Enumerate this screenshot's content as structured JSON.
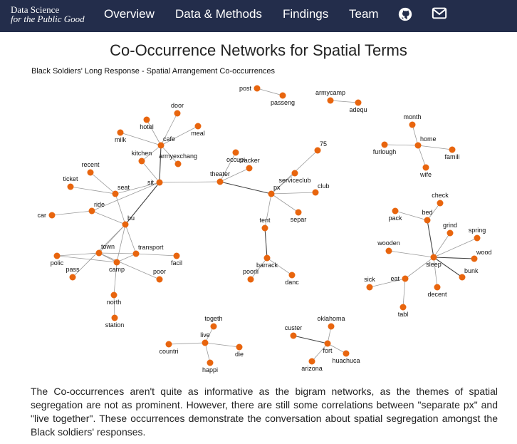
{
  "nav": {
    "brand_line1": "Data Science",
    "brand_line2": "for the Public Good",
    "items": [
      "Overview",
      "Data & Methods",
      "Findings",
      "Team"
    ],
    "icons": [
      "github-icon",
      "mail-icon"
    ]
  },
  "page": {
    "title": "Co-Occurrence Networks for Spatial Terms",
    "graph_title": "Black Soldiers' Long Response - Spatial Arrangement Co-occurrences",
    "paragraph": "The Co-occurrences aren't quite as informative as the bigram networks, as the themes of spatial segregation are not as prominent. However, there are still some correlations between \"separate px\" and \"live together\". These occurrences demonstrate the conversation about spatial segregation amongst the Black soldiers' responses."
  },
  "colors": {
    "nav_bg": "#232d4b",
    "node": "#e8650e",
    "edge": "#9a9a9a",
    "edge_strong": "#444444"
  },
  "network": {
    "nodes": [
      "post",
      "passeng",
      "armycamp",
      "adequ",
      "door",
      "hotel",
      "meal",
      "milk",
      "cafe",
      "kitchen",
      "armyexchang",
      "recent",
      "occupi",
      "cracker",
      "theater",
      "serviceclub",
      "75",
      "ticket",
      "seat",
      "sit",
      "px",
      "club",
      "ride",
      "car",
      "separ",
      "bu",
      "tent",
      "town",
      "transport",
      "polic",
      "facil",
      "camp",
      "pass",
      "poor",
      "barrack",
      "poorli",
      "danc",
      "north",
      "station",
      "month",
      "home",
      "furlough",
      "famili",
      "wife",
      "check",
      "pack",
      "bed",
      "grind",
      "spring",
      "wooden",
      "sleep",
      "wood",
      "eat",
      "bunk",
      "sick",
      "decent",
      "tabl",
      "togeth",
      "live",
      "countri",
      "die",
      "happi",
      "oklahoma",
      "custer",
      "fort",
      "huachuca",
      "arizona"
    ],
    "edges": [
      [
        "post",
        "passeng"
      ],
      [
        "armycamp",
        "adequ"
      ],
      [
        "door",
        "cafe"
      ],
      [
        "hotel",
        "cafe"
      ],
      [
        "meal",
        "cafe"
      ],
      [
        "milk",
        "cafe"
      ],
      [
        "kitchen",
        "cafe"
      ],
      [
        "armyexchang",
        "cafe"
      ],
      [
        "cafe",
        "sit"
      ],
      [
        "kitchen",
        "sit"
      ],
      [
        "recent",
        "seat"
      ],
      [
        "ticket",
        "seat"
      ],
      [
        "seat",
        "sit"
      ],
      [
        "seat",
        "bu"
      ],
      [
        "ride",
        "bu"
      ],
      [
        "car",
        "ride"
      ],
      [
        "ride",
        "sit"
      ],
      [
        "sit",
        "theater"
      ],
      [
        "sit",
        "bu"
      ],
      [
        "occupi",
        "theater"
      ],
      [
        "cracker",
        "theater"
      ],
      [
        "theater",
        "px"
      ],
      [
        "serviceclub",
        "px"
      ],
      [
        "75",
        "px"
      ],
      [
        "club",
        "px"
      ],
      [
        "separ",
        "px"
      ],
      [
        "tent",
        "px"
      ],
      [
        "tent",
        "barrack"
      ],
      [
        "barrack",
        "poorli"
      ],
      [
        "barrack",
        "danc"
      ],
      [
        "bu",
        "town"
      ],
      [
        "bu",
        "transport"
      ],
      [
        "bu",
        "camp"
      ],
      [
        "bu",
        "pass"
      ],
      [
        "town",
        "transport"
      ],
      [
        "town",
        "polic"
      ],
      [
        "town",
        "camp"
      ],
      [
        "town",
        "poor"
      ],
      [
        "transport",
        "facil"
      ],
      [
        "transport",
        "camp"
      ],
      [
        "camp",
        "polic"
      ],
      [
        "camp",
        "north"
      ],
      [
        "north",
        "station"
      ],
      [
        "home",
        "month"
      ],
      [
        "home",
        "furlough"
      ],
      [
        "home",
        "famili"
      ],
      [
        "home",
        "wife"
      ],
      [
        "check",
        "bed"
      ],
      [
        "pack",
        "bed"
      ],
      [
        "bed",
        "sleep"
      ],
      [
        "grind",
        "sleep"
      ],
      [
        "spring",
        "sleep"
      ],
      [
        "wooden",
        "sleep"
      ],
      [
        "wood",
        "sleep"
      ],
      [
        "bunk",
        "sleep"
      ],
      [
        "eat",
        "sleep"
      ],
      [
        "decent",
        "sleep"
      ],
      [
        "eat",
        "sick"
      ],
      [
        "eat",
        "tabl"
      ],
      [
        "togeth",
        "live"
      ],
      [
        "countri",
        "live"
      ],
      [
        "die",
        "live"
      ],
      [
        "happi",
        "live"
      ],
      [
        "oklahoma",
        "fort"
      ],
      [
        "custer",
        "fort"
      ],
      [
        "fort",
        "huachuca"
      ],
      [
        "fort",
        "arizona"
      ]
    ]
  }
}
